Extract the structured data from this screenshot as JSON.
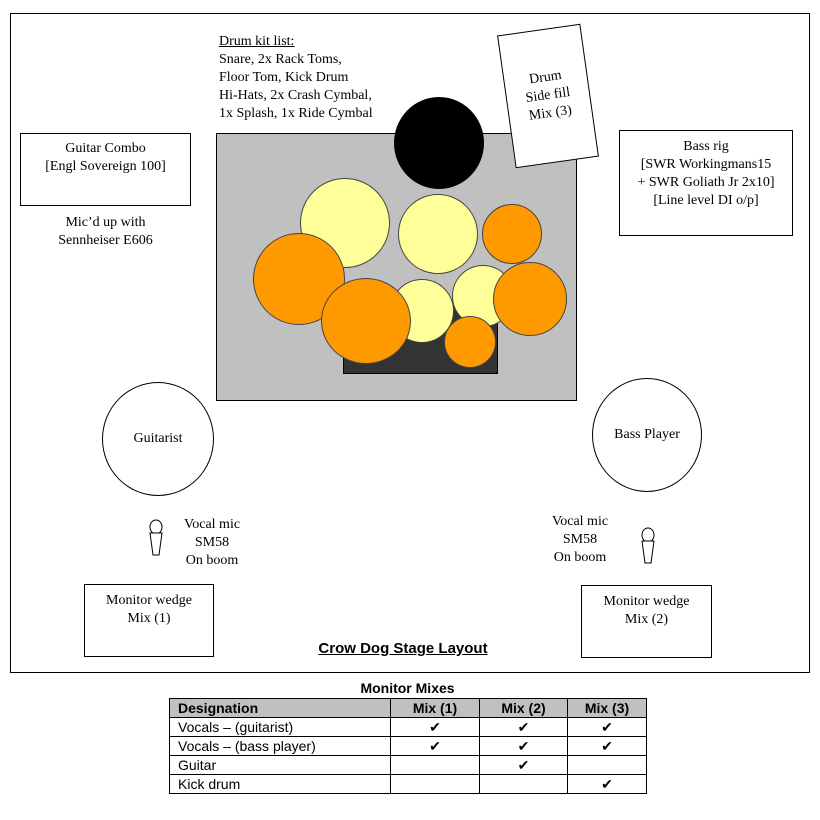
{
  "drum_kit": {
    "title": "Drum kit list:",
    "lines": [
      "Snare, 2x Rack Toms,",
      "Floor Tom, Kick Drum",
      "Hi-Hats, 2x Crash Cymbal,",
      "1x Splash, 1x Ride Cymbal"
    ]
  },
  "drum_side_fill": {
    "text": "Drum\nSide fill\nMix (3)"
  },
  "guitar_combo": {
    "text": "Guitar Combo\n[Engl Sovereign 100]"
  },
  "guitar_mic_note": {
    "text": "Mic’d up with\nSennheiser E606"
  },
  "bass_rig": {
    "text": "Bass rig\n[SWR Workingmans15\n+ SWR Goliath Jr 2x10]\n[Line level DI o/p]"
  },
  "guitarist": {
    "label": "Guitarist"
  },
  "bass_player": {
    "label": "Bass Player"
  },
  "vocal_mic_left": {
    "text": "Vocal mic\nSM58\nOn boom"
  },
  "vocal_mic_right": {
    "text": "Vocal mic\nSM58\nOn boom"
  },
  "monitor_left": {
    "text": "Monitor wedge\nMix (1)"
  },
  "monitor_right": {
    "text": "Monitor wedge\nMix (2)"
  },
  "stage_title": "Crow Dog Stage Layout",
  "monitor_mixes": {
    "title": "Monitor Mixes",
    "headers": [
      "Designation",
      "Mix (1)",
      "Mix (2)",
      "Mix (3)"
    ],
    "rows": [
      {
        "name": "Vocals – (guitarist)",
        "mix1": "✔",
        "mix2": "✔",
        "mix3": "✔"
      },
      {
        "name": "Vocals – (bass player)",
        "mix1": "✔",
        "mix2": "✔",
        "mix3": "✔"
      },
      {
        "name": "Guitar",
        "mix1": "",
        "mix2": "✔",
        "mix3": ""
      },
      {
        "name": "Kick drum",
        "mix1": "",
        "mix2": "",
        "mix3": "✔"
      }
    ]
  },
  "colors": {
    "drum_riser": "#c0c0c0",
    "drum_stool_block": "#333333",
    "kick": "#000000",
    "shell": "#ffff99",
    "cymbal": "#ff9900"
  }
}
